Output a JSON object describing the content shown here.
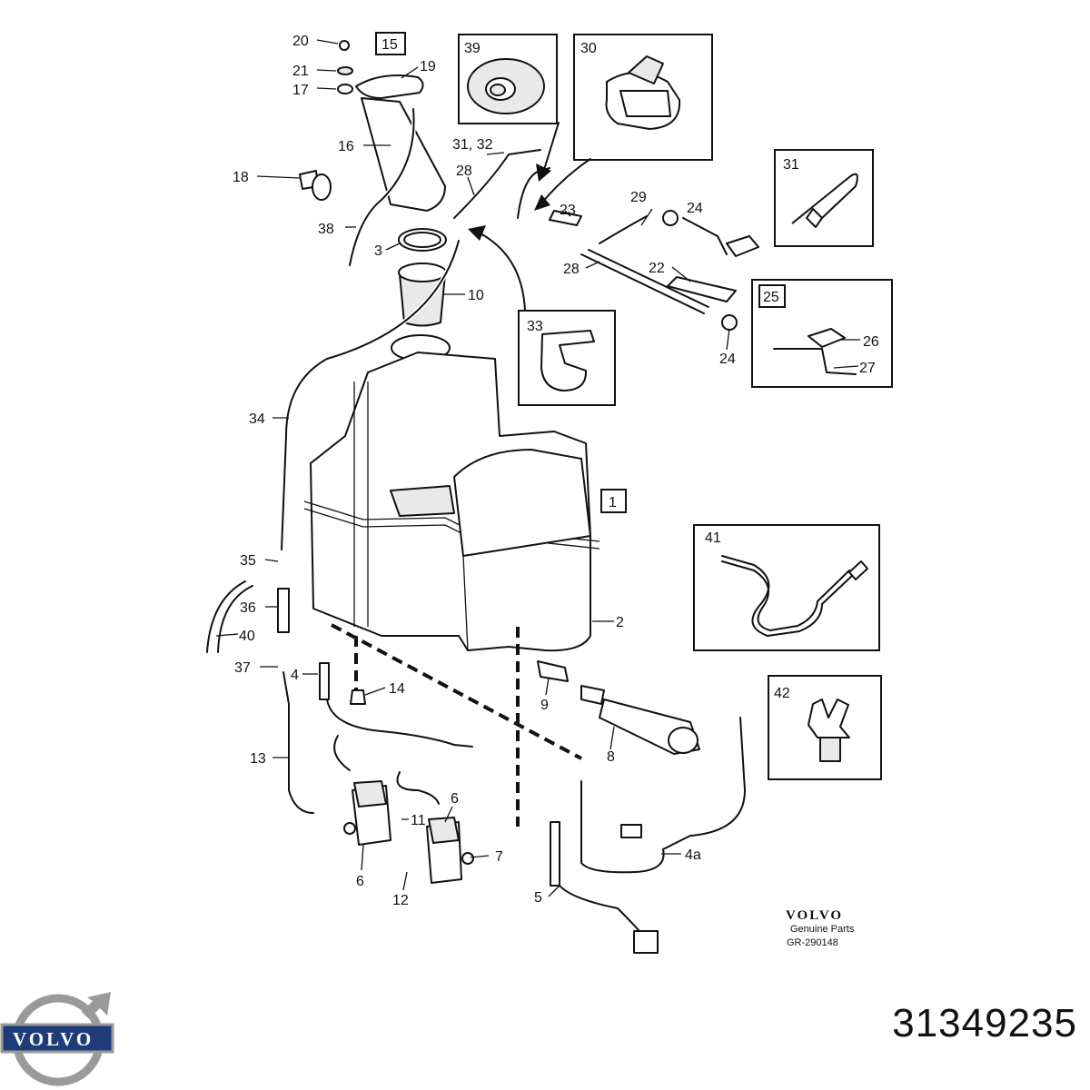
{
  "callouts": {
    "c1": "1",
    "c2": "2",
    "c3": "3",
    "c4": "4",
    "c4a": "4a",
    "c5": "5",
    "c6a": "6",
    "c6b": "6",
    "c7": "7",
    "c8": "8",
    "c9": "9",
    "c10": "10",
    "c11": "11",
    "c12": "12",
    "c13": "13",
    "c14": "14",
    "c15": "15",
    "c16": "16",
    "c17": "17",
    "c18": "18",
    "c19": "19",
    "c20": "20",
    "c21": "21",
    "c22": "22",
    "c23": "23",
    "c24a": "24",
    "c24b": "24",
    "c25": "25",
    "c26": "26",
    "c27": "27",
    "c28a": "28",
    "c28b": "28",
    "c29": "29",
    "c30": "30",
    "c31": "31",
    "c3132": "31, 32",
    "c33": "33",
    "c34": "34",
    "c35": "35",
    "c36": "36",
    "c37": "37",
    "c38": "38",
    "c39": "39",
    "c40": "40",
    "c41": "41",
    "c42": "42"
  },
  "stamp": {
    "brand": "VOLVO",
    "subtitle": "Genuine Parts",
    "code": "GR-290148"
  },
  "logo": {
    "word": "VOLVO"
  },
  "part_number": "31349235",
  "colors": {
    "ink": "#111111",
    "logo_silver": "#9a9a9a",
    "logo_blue": "#1f3c7a"
  }
}
